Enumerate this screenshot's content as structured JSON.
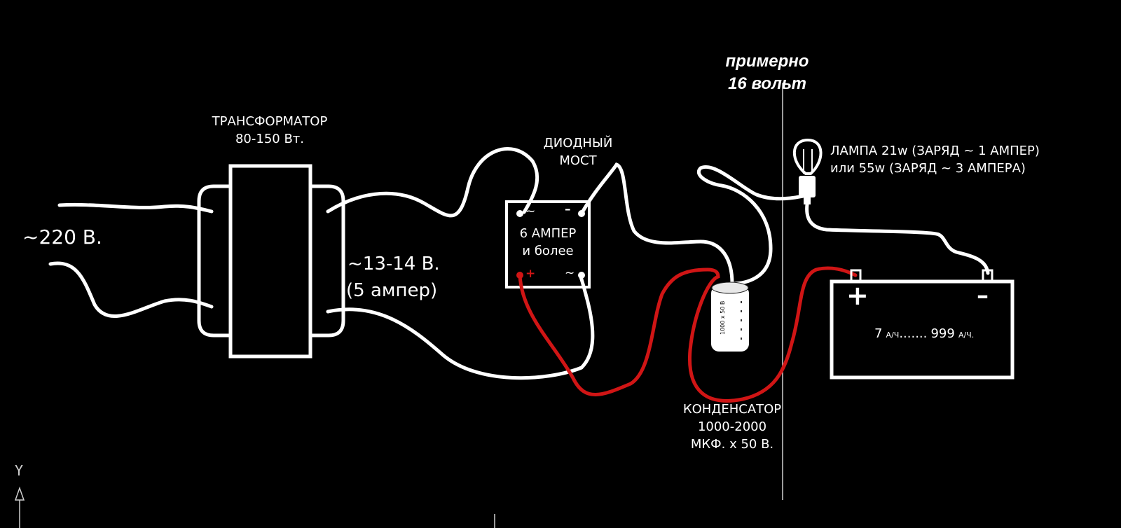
{
  "colors": {
    "background": "#000000",
    "wire": "#ffffff",
    "positive_wire": "#d01515"
  },
  "labels": {
    "input_voltage": "~220 В.",
    "transformer_title": "ТРАНСФОРМАТОР",
    "transformer_power": "80-150 Вт.",
    "secondary_voltage": "~13-14 В.",
    "secondary_current": "(5 ампер)",
    "bridge_title_1": "ДИОДНЫЙ",
    "bridge_title_2": "МОСТ",
    "bridge_rating_1": "6 АМПЕР",
    "bridge_rating_2": "и более",
    "bridge_ac_1": "~",
    "bridge_ac_2": "~",
    "bridge_minus": "–",
    "bridge_plus": "+",
    "approx_1": "примерно",
    "approx_2": "16 вольт",
    "lamp_1": "ЛАМПА 21w (ЗАРЯД ~ 1 АМПЕР)",
    "lamp_2": "или 55w (ЗАРЯД ~ 3 АМПЕРА)",
    "capacitor_title": "КОНДЕНСАТОР",
    "capacitor_value": "1000-2000",
    "capacitor_voltage": "МКФ. х 50 В.",
    "capacitor_body": "1000 x 50 В",
    "battery_plus": "+",
    "battery_minus": "–",
    "battery_cap_from": "7",
    "battery_unit_1": "А/Ч",
    "battery_dots": ".......",
    "battery_cap_to": "999",
    "battery_unit_2": "А/Ч.",
    "axis_y": "Y"
  }
}
